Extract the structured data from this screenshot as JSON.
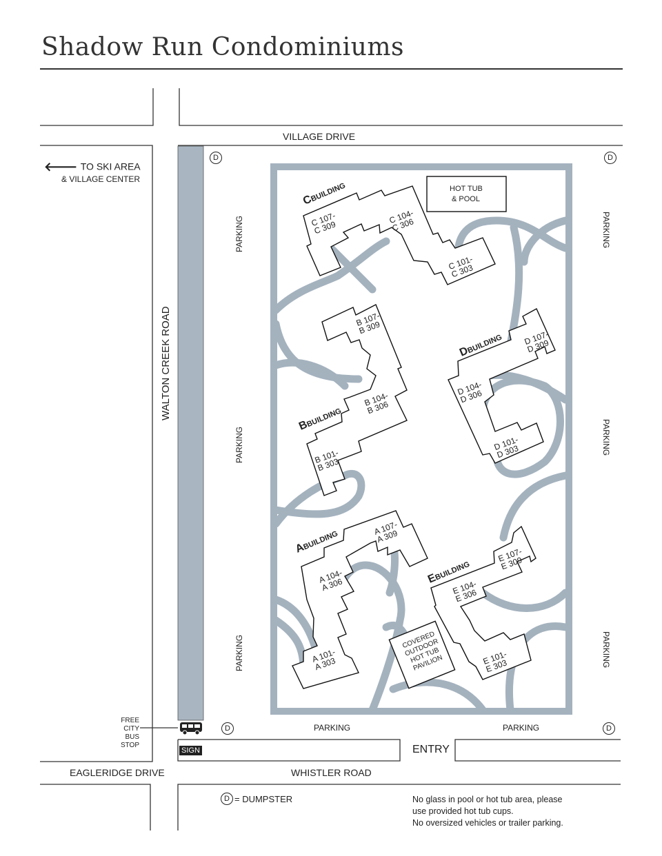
{
  "title": "Shadow Run Condominiums",
  "roads": {
    "top": "VILLAGE DRIVE",
    "left": "WALTON CREEK ROAD",
    "bottom": "WHISTLER ROAD",
    "bottom_left": "EAGLERIDGE DRIVE"
  },
  "directions": {
    "arrow_icon": "arrow-left",
    "line1": "TO SKI AREA",
    "line2": "& VILLAGE CENTER"
  },
  "parking_labels": {
    "left_top": "PARKING",
    "left_mid": "PARKING",
    "left_bottom": "PARKING",
    "right_top": "PARKING",
    "right_mid": "PARKING",
    "right_bottom": "PARKING",
    "bottom_left": "PARKING",
    "bottom_right": "PARKING"
  },
  "dumpster_symbol": "D",
  "amenities": {
    "hot_tub_pool_1": "HOT TUB",
    "hot_tub_pool_2": "& POOL",
    "pavilion": [
      "COVERED",
      "OUTDOOR",
      "HOT TUB",
      "PAVILION"
    ]
  },
  "buildings": [
    {
      "id": "C",
      "letter": "C",
      "label": "BUILDING",
      "units": [
        [
          "C 107-",
          "C 309"
        ],
        [
          "C 104-",
          "C 306"
        ],
        [
          "C 101-",
          "C 303"
        ]
      ]
    },
    {
      "id": "B",
      "letter": "B",
      "label": "BUILDING",
      "units": [
        [
          "B 107-",
          "B 309"
        ],
        [
          "B 104-",
          "B 306"
        ],
        [
          "B 101-",
          "B 303"
        ]
      ]
    },
    {
      "id": "D",
      "letter": "D",
      "label": "BUILDING",
      "units": [
        [
          "D 107-",
          "D 309"
        ],
        [
          "D 104-",
          "D 306"
        ],
        [
          "D 101-",
          "D 303"
        ]
      ]
    },
    {
      "id": "A",
      "letter": "A",
      "label": "BUILDING",
      "units": [
        [
          "A 107-",
          "A 309"
        ],
        [
          "A 104-",
          "A 306"
        ],
        [
          "A 101-",
          "A 303"
        ]
      ]
    },
    {
      "id": "E",
      "letter": "E",
      "label": "BUILDING",
      "units": [
        [
          "E 107-",
          "E 309"
        ],
        [
          "E 104-",
          "E 306"
        ],
        [
          "E 101-",
          "E 303"
        ]
      ]
    }
  ],
  "bus_stop": {
    "line1": "FREE",
    "line2": "CITY BUS",
    "line3": "STOP",
    "icon": "bus"
  },
  "sign": "SIGN",
  "entry": "ENTRY",
  "legend": {
    "symbol": "D",
    "text": "= DUMPSTER"
  },
  "notes": [
    "No glass in pool or hot tub area, please",
    "use provided hot tub cups.",
    "No oversized vehicles or trailer parking."
  ],
  "colors": {
    "road_fill": "#a9b6c2",
    "path_fill": "#a4b2be",
    "ink": "#222222"
  }
}
